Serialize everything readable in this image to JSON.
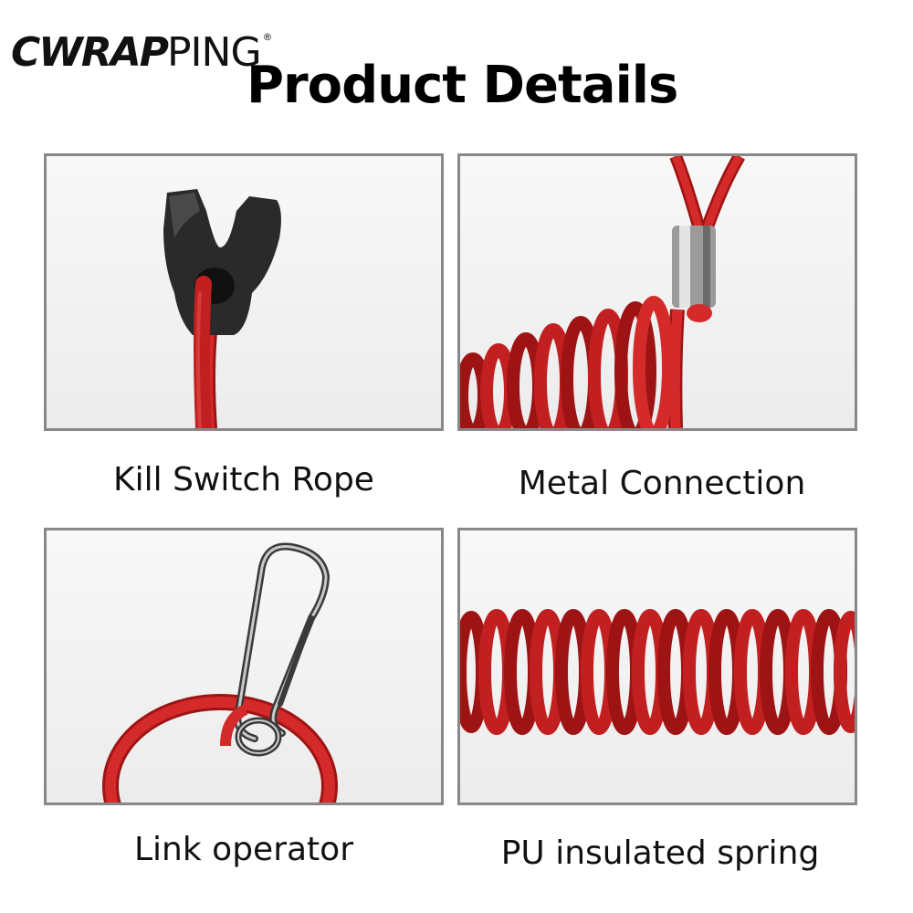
{
  "logo": {
    "bold_part": "CWRAP",
    "light_part": "PING",
    "registered_mark": "®"
  },
  "header": {
    "title": "Product Details"
  },
  "panels": [
    {
      "caption": "Kill Switch Rope",
      "image_icon": "clip-icon"
    },
    {
      "caption": "Metal Connection",
      "image_icon": "metal-sleeve-icon"
    },
    {
      "caption": "Link operator",
      "image_icon": "snap-hook-icon"
    },
    {
      "caption": "PU insulated spring",
      "image_icon": "coil-spring-icon"
    }
  ],
  "colors": {
    "cord_red": "#d42a2a",
    "cord_dark_red": "#9e1414",
    "clip_black": "#2a2a2a",
    "panel_border": "#888888",
    "metal": "#b8b8b8"
  }
}
